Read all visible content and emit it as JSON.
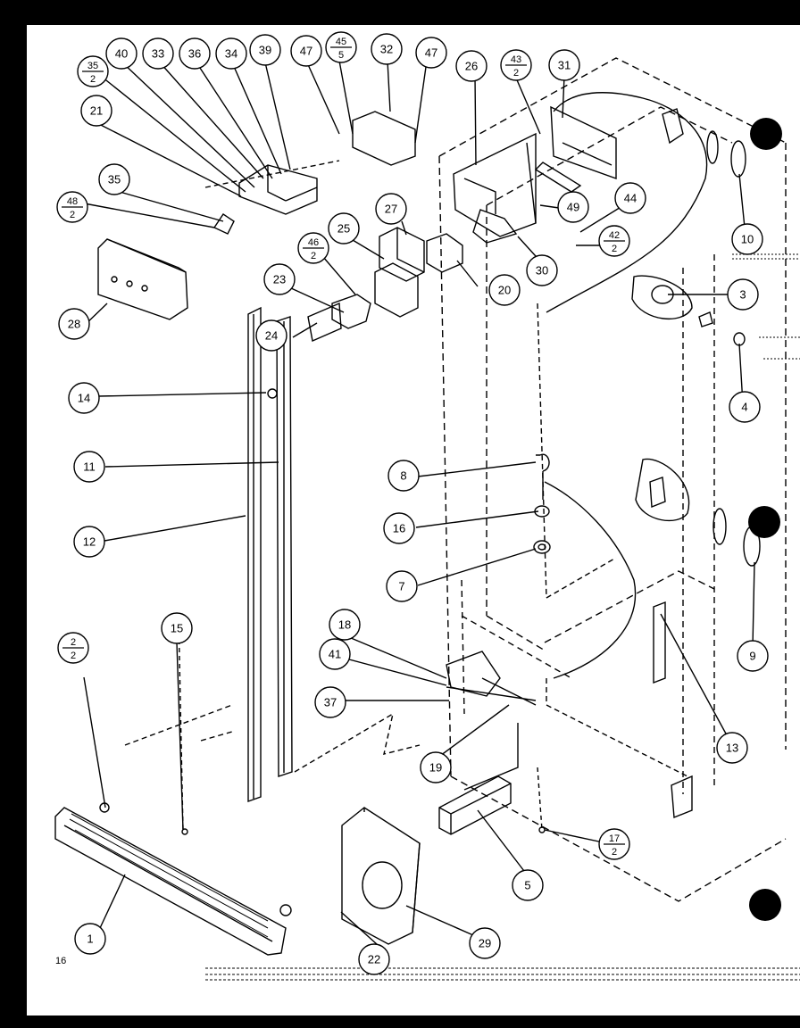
{
  "callouts": [
    {
      "id": "c1",
      "label": "1"
    },
    {
      "id": "c2_2",
      "num": "2",
      "den": "2"
    },
    {
      "id": "c3",
      "label": "3"
    },
    {
      "id": "c4",
      "label": "4"
    },
    {
      "id": "c5",
      "label": "5"
    },
    {
      "id": "c7",
      "label": "7"
    },
    {
      "id": "c8",
      "label": "8"
    },
    {
      "id": "c9",
      "label": "9"
    },
    {
      "id": "c10",
      "label": "10"
    },
    {
      "id": "c11",
      "label": "11"
    },
    {
      "id": "c12",
      "label": "12"
    },
    {
      "id": "c13",
      "label": "13"
    },
    {
      "id": "c14",
      "label": "14"
    },
    {
      "id": "c15",
      "label": "15"
    },
    {
      "id": "c16",
      "label": "16"
    },
    {
      "id": "c17_2",
      "num": "17",
      "den": "2"
    },
    {
      "id": "c18",
      "label": "18"
    },
    {
      "id": "c19",
      "label": "19"
    },
    {
      "id": "c20",
      "label": "20"
    },
    {
      "id": "c21",
      "label": "21"
    },
    {
      "id": "c22",
      "label": "22"
    },
    {
      "id": "c23",
      "label": "23"
    },
    {
      "id": "c24",
      "label": "24"
    },
    {
      "id": "c25",
      "label": "25"
    },
    {
      "id": "c26",
      "label": "26"
    },
    {
      "id": "c27",
      "label": "27"
    },
    {
      "id": "c28",
      "label": "28"
    },
    {
      "id": "c29",
      "label": "29"
    },
    {
      "id": "c30",
      "label": "30"
    },
    {
      "id": "c31",
      "label": "31"
    },
    {
      "id": "c32",
      "label": "32"
    },
    {
      "id": "c33",
      "label": "33"
    },
    {
      "id": "c34",
      "label": "34"
    },
    {
      "id": "c35",
      "label": "35"
    },
    {
      "id": "c35_2",
      "num": "35",
      "den": "2"
    },
    {
      "id": "c36",
      "label": "36"
    },
    {
      "id": "c37",
      "label": "37"
    },
    {
      "id": "c39",
      "label": "39"
    },
    {
      "id": "c40",
      "label": "40"
    },
    {
      "id": "c41",
      "label": "41"
    },
    {
      "id": "c42_2",
      "num": "42",
      "den": "2"
    },
    {
      "id": "c43_2",
      "num": "43",
      "den": "2"
    },
    {
      "id": "c44",
      "label": "44"
    },
    {
      "id": "c45_5",
      "num": "45",
      "den": "5"
    },
    {
      "id": "c46_2",
      "num": "46",
      "den": "2"
    },
    {
      "id": "c47a",
      "label": "47"
    },
    {
      "id": "c47b",
      "label": "47"
    },
    {
      "id": "c48_2",
      "num": "48",
      "den": "2"
    },
    {
      "id": "c49",
      "label": "49"
    }
  ],
  "page_number": "16"
}
